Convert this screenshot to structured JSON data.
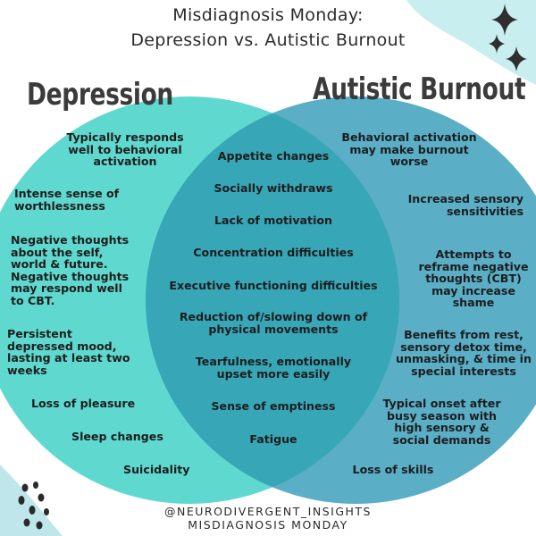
{
  "title": {
    "line1": "Misdiagnosis Monday:",
    "line2": "Depression vs. Autistic Burnout"
  },
  "left_heading": "Depression",
  "right_heading": "Autistic Burnout",
  "depression_items": [
    "Typically responds\nwell to behavioral\nactivation",
    "Intense sense of\nworthlessness",
    "Negative thoughts\nabout the self,\nworld & future.\nNegative thoughts\nmay respond well\nto CBT.",
    "Persistent\ndepressed mood,\nlasting at least two\nweeks",
    "Loss of pleasure",
    "Sleep changes",
    "Suicidality"
  ],
  "shared_items": [
    "Appetite changes",
    "Socially withdraws",
    "Lack of motivation",
    "Concentration difficulties",
    "Executive functioning difficulties",
    "Reduction of/slowing down of\nphysical movements",
    "Tearfulness, emotionally\nupset more easily",
    "Sense of emptiness",
    "Fatigue"
  ],
  "burnout_items": [
    "Behavioral activation\nmay make burnout\nworse",
    "Increased sensory\nsensitivities",
    "Attempts to\nreframe negative\nthoughts (CBT)\nmay increase\nshame",
    "Benefits from rest,\nsensory detox time,\nunmasking, & time in\nspecial interests",
    "Typical onset after\nbusy season with\nhigh sensory &\nsocial demands",
    "Loss of skills"
  ],
  "footer": {
    "line1": "@NEURODIVERGENT_INSIGHTS",
    "line2": "MISDIAGNOSIS MONDAY"
  },
  "colors": {
    "left_circle": "#5fd9cf",
    "right_circle": "#5aaec6",
    "overlap": "#37a6b7",
    "accent_top_right": "#c9eef0",
    "stars": "#2f2f2f",
    "dots": "#2a2a2a",
    "bottom_left_wash": "#bfe6ea"
  }
}
